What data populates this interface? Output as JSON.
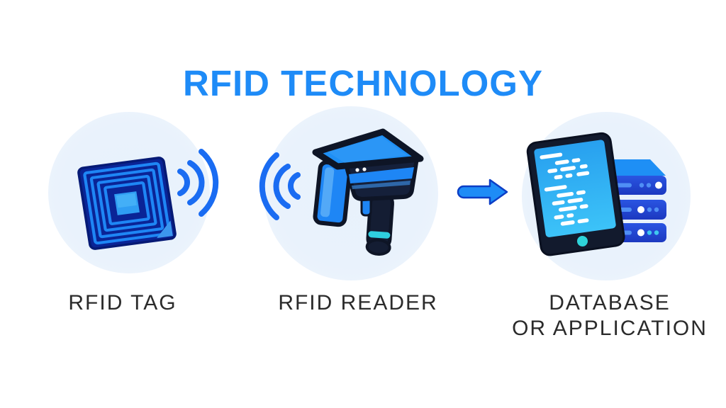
{
  "title": {
    "text": "RFID TECHNOLOGY",
    "color": "#1e8bf7"
  },
  "nodes": [
    {
      "id": "rfid-tag",
      "label": "RFID TAG",
      "icon": "rfid-tag-icon"
    },
    {
      "id": "rfid-reader",
      "label": "RFID READER",
      "icon": "rfid-reader-icon"
    },
    {
      "id": "database",
      "label": "DATABASE\nOR APPLICATION",
      "icon": "database-tablet-server-icon"
    }
  ],
  "connections": [
    {
      "from": "rfid-tag",
      "to": "rfid-reader",
      "type": "radio-waves",
      "icons": [
        "tag-signal-waves-icon",
        "reader-signal-waves-icon"
      ]
    },
    {
      "from": "rfid-reader",
      "to": "database",
      "type": "arrow",
      "icons": [
        "arrow-right-icon"
      ]
    }
  ],
  "colors": {
    "title_blue": "#1e8bf7",
    "bright_blue": "#1e8ff5",
    "wave_blue": "#1a6cf2",
    "deep_blue": "#0a2496",
    "royal_blue": "#2244d4",
    "screen_blue": "#2bacf4",
    "cyan_accent": "#2ed3da",
    "dark_outline": "#0e1526",
    "circle_background": "#e9f2fc",
    "label_text": "#2b2b2b",
    "page_background": "#ffffff"
  }
}
